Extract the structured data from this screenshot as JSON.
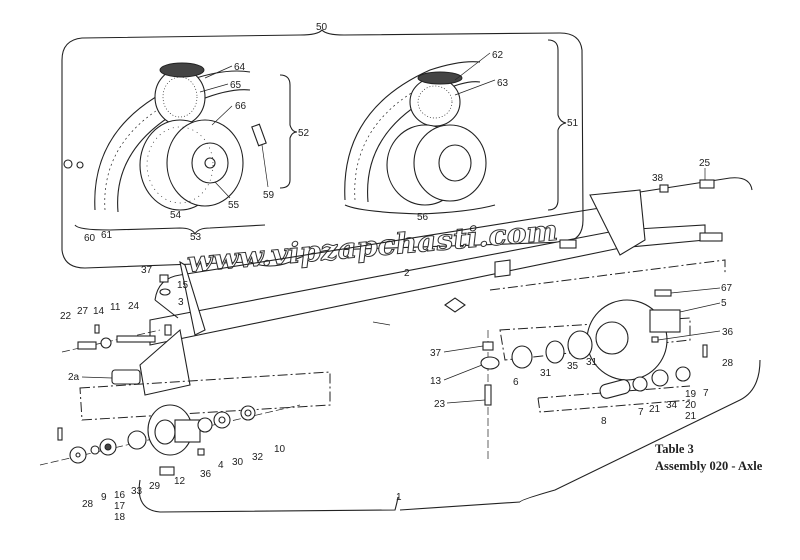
{
  "caption": {
    "line1": "Table 3",
    "line2": "Assembly 020 - Axle"
  },
  "watermark": "www.vipzapchasti.com",
  "labels": {
    "l50": "50",
    "l64": "64",
    "l65": "65",
    "l66": "66",
    "l52": "52",
    "l59": "59",
    "l55": "55",
    "l54": "54",
    "l53": "53",
    "l60": "60",
    "l61": "61",
    "l62": "62",
    "l63": "63",
    "l51": "51",
    "l56": "56",
    "l38": "38",
    "l25": "25",
    "l2": "2",
    "l37a": "37",
    "l15": "15",
    "l3": "3",
    "l24": "24",
    "l22": "22",
    "l27": "27",
    "l14": "14",
    "l11": "11",
    "l2a": "2a",
    "l10": "10",
    "l32": "32",
    "l30": "30",
    "l4": "4",
    "l36a": "36",
    "l12": "12",
    "l29": "29",
    "l33": "33",
    "l16": "16",
    "l17": "17",
    "l18": "18",
    "l9": "9",
    "l28a": "28",
    "l67": "67",
    "l5": "5",
    "l36b": "36",
    "l28b": "28",
    "l37b": "37",
    "l13": "13",
    "l23": "23",
    "l6": "6",
    "l31a": "31",
    "l35": "35",
    "l31b": "31",
    "l8": "8",
    "l7a": "7",
    "l21a": "21",
    "l34": "34",
    "l19": "19",
    "l20": "20",
    "l21b": "21",
    "l7b": "7",
    "l1": "1"
  }
}
